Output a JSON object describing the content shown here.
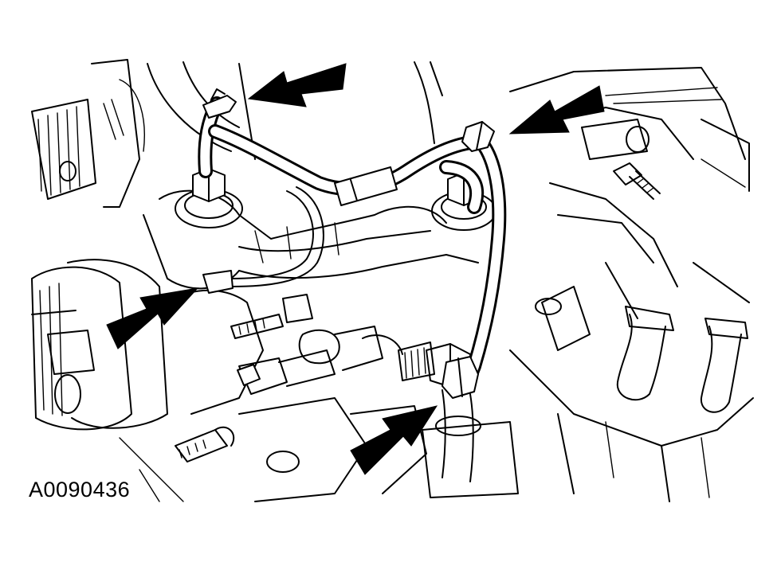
{
  "figure": {
    "id_label": "A0090436"
  },
  "colors": {
    "line": "#000000",
    "background": "#ffffff"
  },
  "callouts": [
    {
      "name": "arrow-top-left-clip"
    },
    {
      "name": "arrow-top-right-clip"
    },
    {
      "name": "arrow-left-bracket"
    },
    {
      "name": "arrow-bottom-fitting"
    }
  ]
}
